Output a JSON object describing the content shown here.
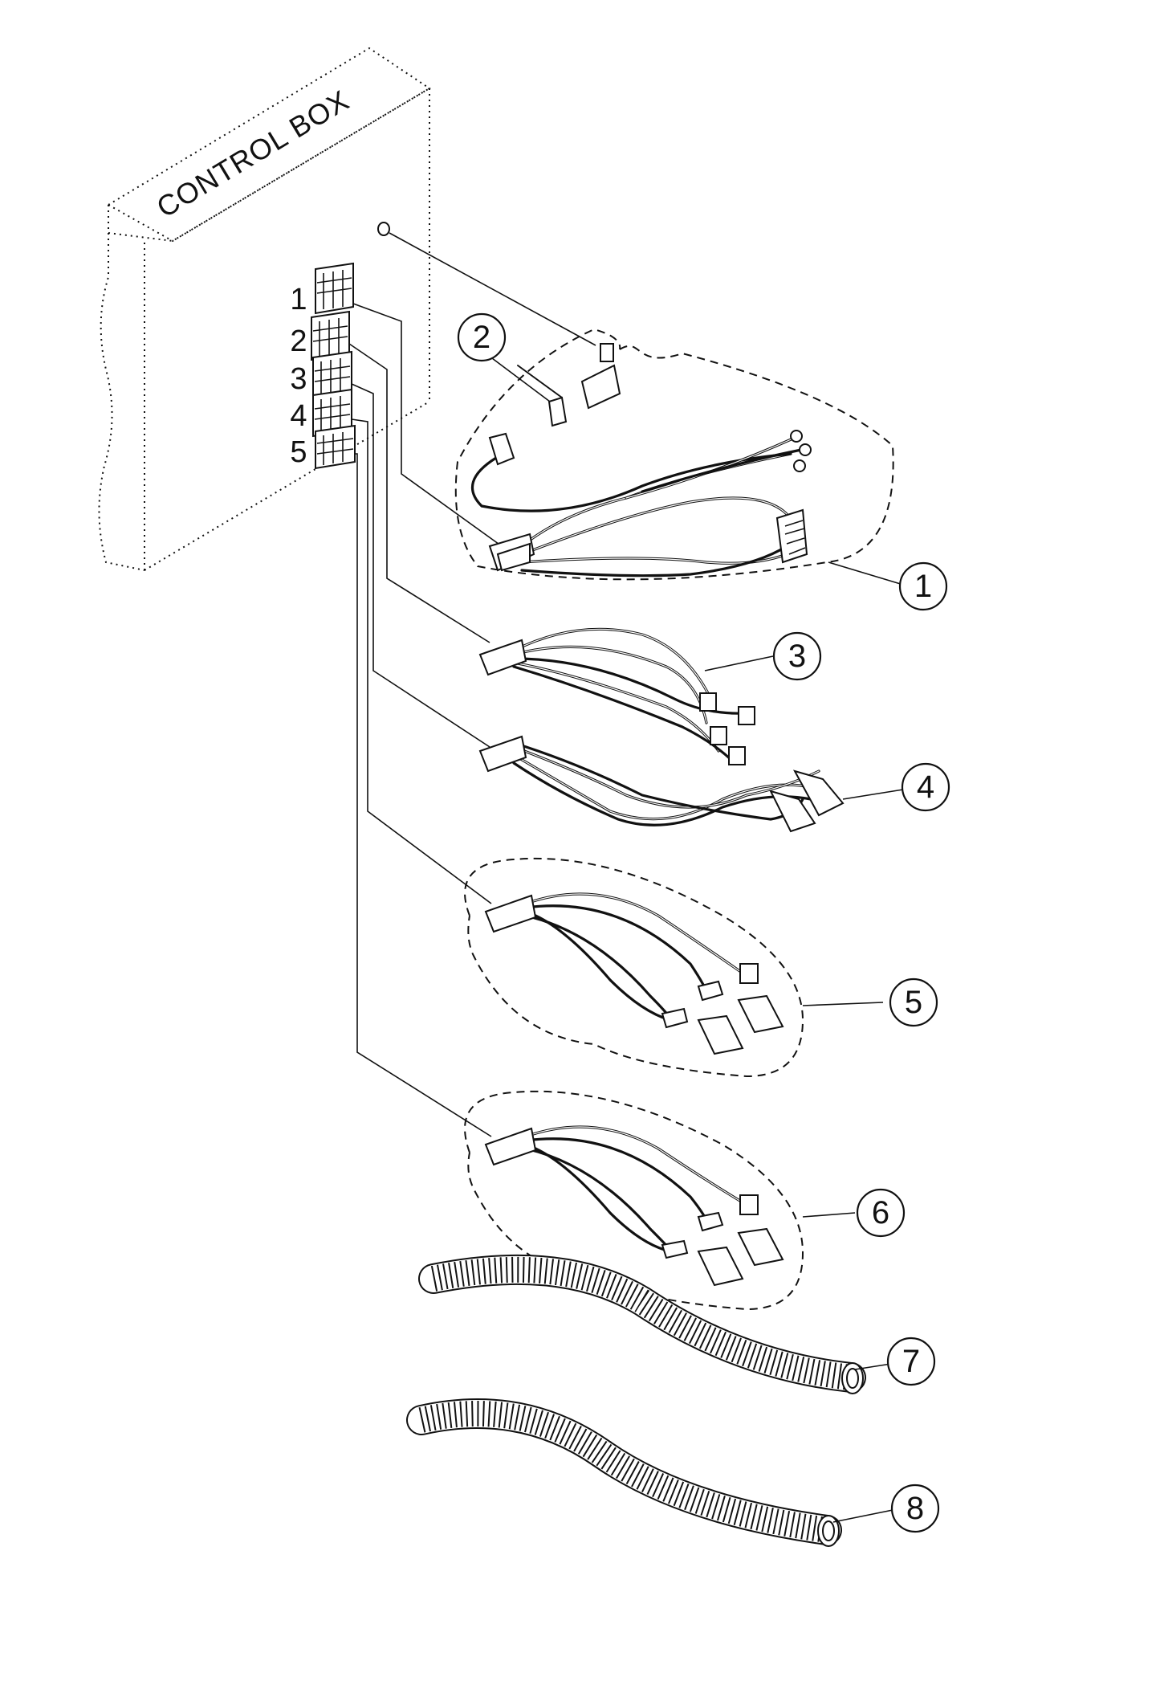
{
  "control_box": {
    "label": "CONTROL BOX"
  },
  "ports": [
    "1",
    "2",
    "3",
    "4",
    "5"
  ],
  "callouts": [
    "1",
    "2",
    "3",
    "4",
    "5",
    "6",
    "7",
    "8"
  ]
}
